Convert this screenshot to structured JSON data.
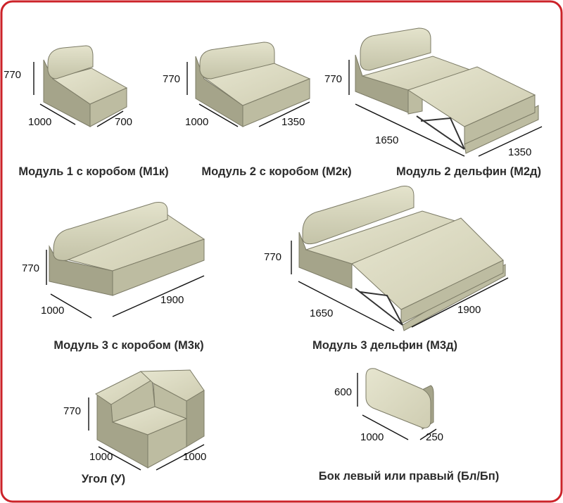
{
  "products": [
    {
      "id": "m1k",
      "caption": "Модуль 1 с коробом (М1к)",
      "height": "770",
      "depth": "1000",
      "width": "700"
    },
    {
      "id": "m2k",
      "caption": "Модуль 2 с коробом (М2к)",
      "height": "770",
      "depth": "1000",
      "width": "1350"
    },
    {
      "id": "m2d",
      "caption": "Модуль 2 дельфин (М2д)",
      "height": "770",
      "depth": "1650",
      "width": "1350"
    },
    {
      "id": "m3k",
      "caption": "Модуль 3 с коробом (М3к)",
      "height": "770",
      "depth": "1000",
      "width": "1900"
    },
    {
      "id": "m3d",
      "caption": "Модуль 3 дельфин (М3д)",
      "height": "770",
      "depth": "1650",
      "width": "1900"
    },
    {
      "id": "u",
      "caption": "Угол (У)",
      "height": "770",
      "depth": "1000",
      "width": "1000"
    },
    {
      "id": "blbp",
      "caption": "Бок левый или правый (Бл/Бп)",
      "height": "600",
      "depth": "1000",
      "width": "250"
    }
  ],
  "colors": {
    "border": "#cc2229",
    "upholstery": "#d8d7bd"
  }
}
